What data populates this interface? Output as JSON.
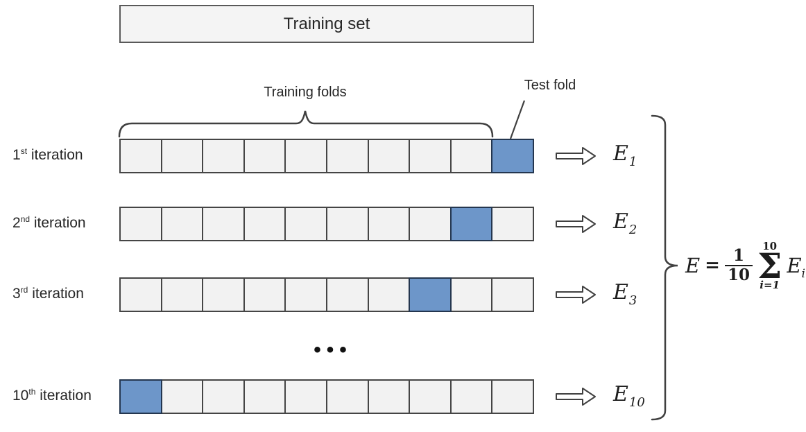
{
  "training_set": {
    "label": "Training set"
  },
  "labels": {
    "training_folds": "Training folds",
    "test_fold": "Test fold",
    "ellipsis": "•••"
  },
  "num_folds": 10,
  "rows": [
    {
      "iteration": {
        "num": "1",
        "suffix": "st",
        "rest": " iteration"
      },
      "test_fold_index": 9,
      "result": {
        "main": "E",
        "sub": "1"
      }
    },
    {
      "iteration": {
        "num": "2",
        "suffix": "nd",
        "rest": " iteration"
      },
      "test_fold_index": 8,
      "result": {
        "main": "E",
        "sub": "2"
      }
    },
    {
      "iteration": {
        "num": "3",
        "suffix": "rd",
        "rest": " iteration"
      },
      "test_fold_index": 7,
      "result": {
        "main": "E",
        "sub": "3"
      }
    },
    {
      "iteration": {
        "num": "10",
        "suffix": "th",
        "rest": " iteration"
      },
      "test_fold_index": 0,
      "result": {
        "main": "E",
        "sub": "10"
      }
    }
  ],
  "formula": {
    "lhs": "E",
    "equals": "=",
    "frac_num": "1",
    "frac_den": "10",
    "sum_upper": "10",
    "sum_symbol": "Σ",
    "sum_lower": "i=1",
    "term_main": "E",
    "term_sub": "i"
  },
  "colors": {
    "box_fill": "#f4f4f4",
    "box_border": "#595959",
    "cell_fill": "#f2f2f2",
    "cell_border": "#454545",
    "test_fold_fill": "#6d96c9",
    "test_fold_border": "#24364f",
    "stroke": "#404040",
    "text": "#262626",
    "math": "#1c1c1c"
  }
}
